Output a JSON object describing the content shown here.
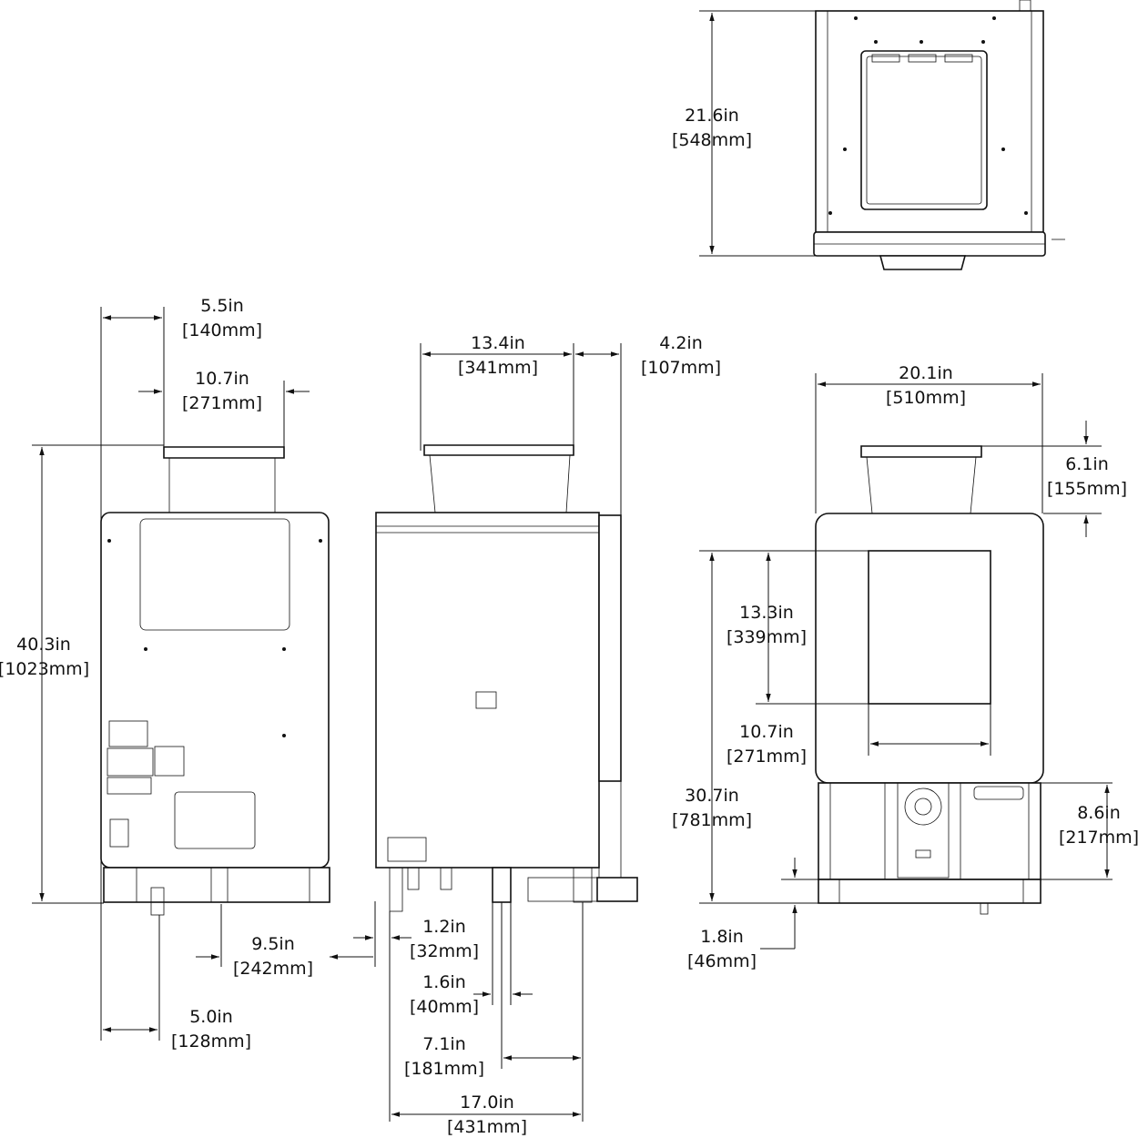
{
  "dimensions": [
    {
      "id": "top-height",
      "in": "21.6in",
      "mm": "548mm"
    },
    {
      "id": "rear-hopper-offset",
      "in": "5.5in",
      "mm": "140mm"
    },
    {
      "id": "rear-hopper-width",
      "in": "10.7in",
      "mm": "271mm"
    },
    {
      "id": "rear-total-height",
      "in": "40.3in",
      "mm": "1023mm"
    },
    {
      "id": "rear-outlet-offset",
      "in": "9.5in",
      "mm": "242mm"
    },
    {
      "id": "rear-inlet-offset",
      "in": "5.0in",
      "mm": "128mm"
    },
    {
      "id": "side-hopper-depth",
      "in": "13.4in",
      "mm": "341mm"
    },
    {
      "id": "side-door-depth",
      "in": "4.2in",
      "mm": "107mm"
    },
    {
      "id": "side-fitting-offset",
      "in": "1.2in",
      "mm": "32mm"
    },
    {
      "id": "side-foot-width",
      "in": "1.6in",
      "mm": "40mm"
    },
    {
      "id": "side-foot-offset",
      "in": "7.1in",
      "mm": "181mm"
    },
    {
      "id": "side-total-depth",
      "in": "17.0in",
      "mm": "431mm"
    },
    {
      "id": "front-width",
      "in": "20.1in",
      "mm": "510mm"
    },
    {
      "id": "front-hopper-height",
      "in": "6.1in",
      "mm": "155mm"
    },
    {
      "id": "front-screen-height",
      "in": "13.3in",
      "mm": "339mm"
    },
    {
      "id": "front-screen-width",
      "in": "10.7in",
      "mm": "271mm"
    },
    {
      "id": "front-body-height",
      "in": "30.7in",
      "mm": "781mm"
    },
    {
      "id": "front-dispense-height",
      "in": "8.6in",
      "mm": "217mm"
    },
    {
      "id": "front-feet-height",
      "in": "1.8in",
      "mm": "46mm"
    }
  ]
}
